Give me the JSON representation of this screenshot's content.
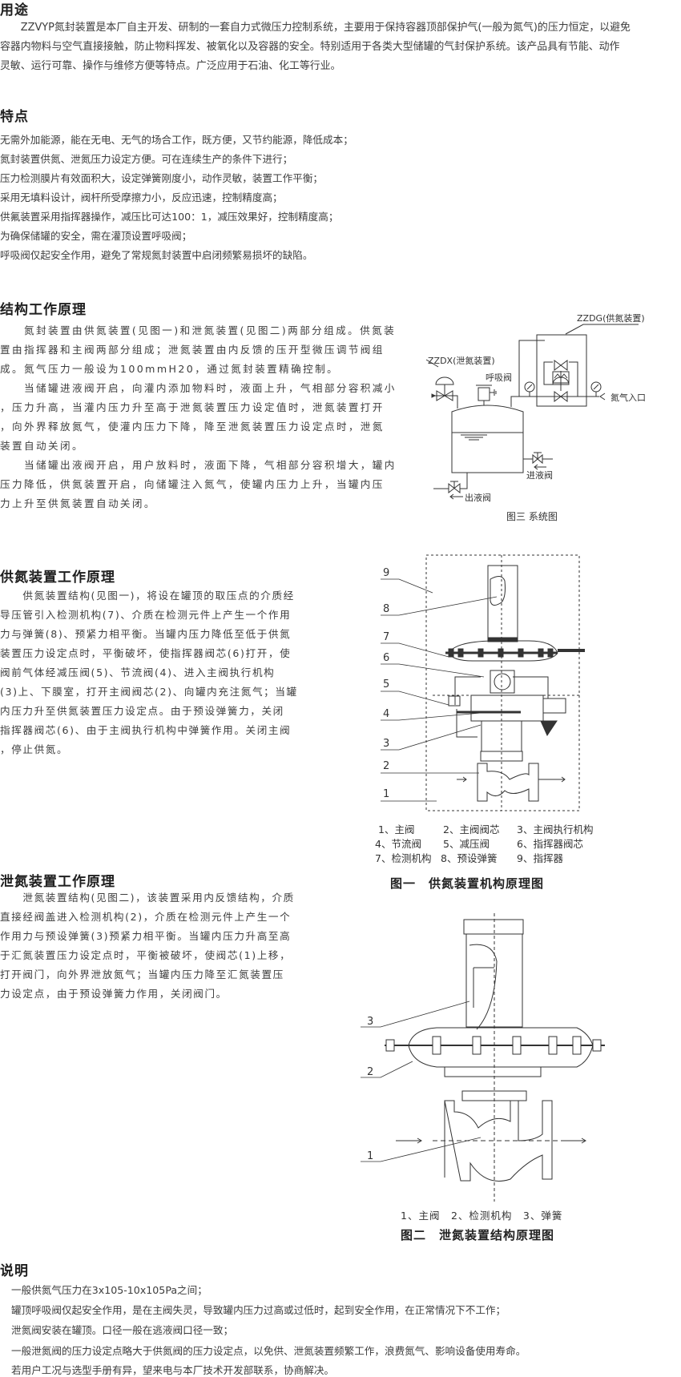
{
  "usage": {
    "title": "用途",
    "lines": [
      "　　ZZVYP氮封装置是本厂自主开发、研制的一套自力式微压力控制系统，主要用于保持容器顶部保护气(一般为氮气)的压力恒定，以避免",
      "容器内物料与空气直接接触，防止物料挥发、被氧化以及容器的安全。特别适用于各类大型储罐的气封保护系统。该产品具有节能、动作",
      "灵敏、运行可靠、操作与维修方便等特点。广泛应用于石油、化工等行业。"
    ]
  },
  "features": {
    "title": "特点",
    "items": [
      "无需外加能源，能在无电、无气的场合工作，既方便，又节约能源，降低成本；",
      "氮封装置供氮、泄氮压力设定方便。可在连续生产的条件下进行；",
      "压力检测膜片有效面积大，设定弹簧刚度小，动作灵敏，装置工作平衡；",
      "采用无填料设计，阀杆所受摩擦力小，反应迅速，控制精度高；",
      "供氟装置采用指挥器操作，减压比可达100：1，减压效果好，控制精度高；",
      "为确保储罐的安全，需在灌顶设置呼吸阀；",
      "呼吸阀仅起安全作用，避免了常规氮封装置中启闭频繁易损坏的缺陷。"
    ]
  },
  "structure": {
    "title": "结构工作原理",
    "lines": [
      "　　氮封装置由供氮装置(见图一)和泄氮装置(见图二)两部分组成。供氮装",
      "置由指挥器和主阀两部分组成；泄氮装置由内反馈的压开型微压调节阀组",
      "成。氮气压力一般设为100mmH20，通过氮封装置精确控制。",
      "　　当储罐进液阀开启，向灌内添加物料时，液面上升，气相部分容积减小",
      "，压力升高，当灌内压力升至高于泄氮装置压力设定值时，泄氮装置打开",
      "，向外界释放氮气，使灌内压力下降，降至泄氮装置压力设定点时，泄氮",
      "装置自动关闭。",
      "　　当储罐出液阀开启，用户放料时，液面下降，气相部分容积增大，罐内",
      "压力降低，供氮装置开启，向储罐注入氮气，使罐内压力上升，当罐内压",
      "力上升至供氮装置自动关闭。"
    ]
  },
  "figure3": {
    "zzdg_label": "ZZDG(供氮装置)",
    "zzdx_label": "ZZDX(泄氮装置)",
    "breather_label": "呼吸阀",
    "inlet_label": "氮气入口",
    "fill_valve_label": "进液阀",
    "drain_valve_label": "出液阀",
    "caption": "图三 系统图"
  },
  "supply": {
    "title": "供氮装置工作原理",
    "lines": [
      "　　供氮装置结构(见图一)，将设在罐顶的取压点的介质经",
      "导压管引入检测机构(7)、介质在检测元件上产生一个作用",
      "力与弹簧(8)、预紧力相平衡。当罐内压力降低至低于供氮",
      "装置压力设定点时，平衡破坏，使指挥器阀芯(6)打开，使",
      "阀前气体经减压阀(5)、节流阀(4)、进入主阀执行机构",
      "(3)上、下膜室，打开主阀阀芯(2)、向罐内充注氮气；当罐",
      "内压力升至供氮装置压力设定点。由于预设弹簧力，关闭",
      "指挥器阀芯(6)、由于主阀执行机构中弹簧作用。关闭主阀",
      "，停止供氮。"
    ]
  },
  "figure1": {
    "numbers": [
      "9",
      "8",
      "7",
      "6",
      "5",
      "4",
      "3",
      "2",
      "1"
    ],
    "legend": [
      [
        "1、主阀",
        "2、主阀阀芯",
        "3、主阀执行机构"
      ],
      [
        "4、节流阀",
        "5、减压阀",
        "6、指挥器阀芯"
      ],
      [
        "7、检测机构",
        "8、预设弹簧",
        "9、指挥器"
      ]
    ],
    "caption": "图一　供氮装置机构原理图"
  },
  "release": {
    "title": "泄氮装置工作原理",
    "lines": [
      "　　泄氮装置结构(见图二)，该装置采用内反馈结构，介质",
      "直接经阀盖进入检测机构(2)，介质在检测元件上产生一个",
      "作用力与预设弹簧(3)预紧力相平衡。当罐内压力升高至高",
      "于汇氮装置压力设定点时，平衡被破坏，使阀芯(1)上移，",
      "打开阀门，向外界泄放氮气；当罐内压力降至汇氮装置压",
      "力设定点，由于预设弹簧力作用，关闭阀门。"
    ]
  },
  "figure2": {
    "numbers": [
      "3",
      "2",
      "1"
    ],
    "legend": "1、主阀　2、检测机构　3、弹簧",
    "caption": "图二　泄氮装置结构原理图"
  },
  "notes": {
    "title": "说明",
    "items": [
      "一般供氮气压力在3x105-10x105Pa之间；",
      "罐顶呼吸阀仅起安全作用，是在主阀失灵，导致罐内压力过高或过低时，起到安全作用，在正常情况下不工作；",
      "泄氮阀安装在罐顶。口径一般在逃液阀口径一致；",
      "一般泄氮阀的压力设定点略大于供氮阀的压力设定点，以免供、泄氮装置频繁工作，浪费氮气、影响设备使用寿命。",
      "若用户工况与选型手册有异，望来电与本厂技术开发部联系，协商解决。"
    ]
  }
}
